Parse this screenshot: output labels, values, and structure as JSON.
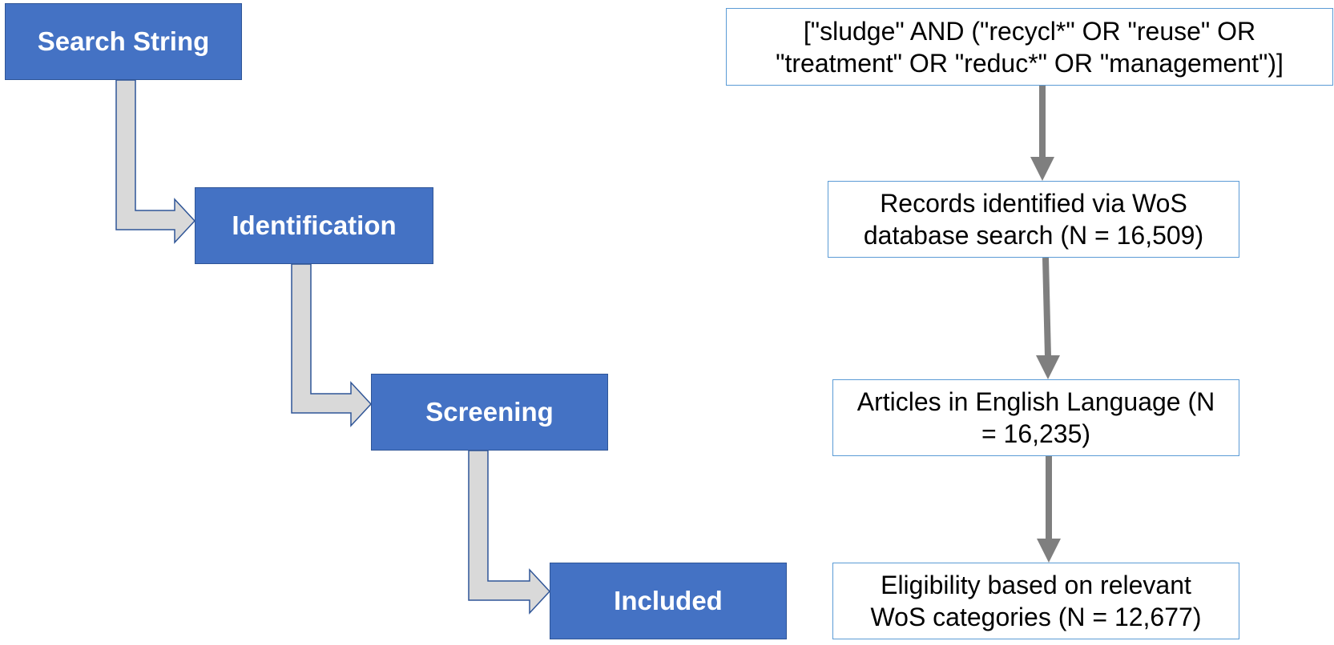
{
  "stages": {
    "search_string": "Search String",
    "identification": "Identification",
    "screening": "Screening",
    "included": "Included"
  },
  "steps": {
    "query": {
      "line1": "[\"sludge\" AND (\"recycl*\" OR \"reuse\" OR",
      "line2": "\"treatment\" OR \"reduc*\" OR \"management\")]"
    },
    "records": {
      "line1": "Records identified via WoS",
      "line2": "database search (N = 16,509)"
    },
    "english": {
      "line1": "Articles in English Language (N",
      "line2": "= 16,235)"
    },
    "eligibility": {
      "line1": "Eligibility based on relevant",
      "line2": "WoS categories (N = 12,677)"
    }
  },
  "colors": {
    "stage_fill": "#4472c4",
    "stage_border": "#2f5597",
    "step_border": "#5b9bd5",
    "bent_arrow_fill": "#d9d9d9",
    "bent_arrow_stroke": "#2f5597",
    "down_arrow": "#7f7f7f"
  }
}
